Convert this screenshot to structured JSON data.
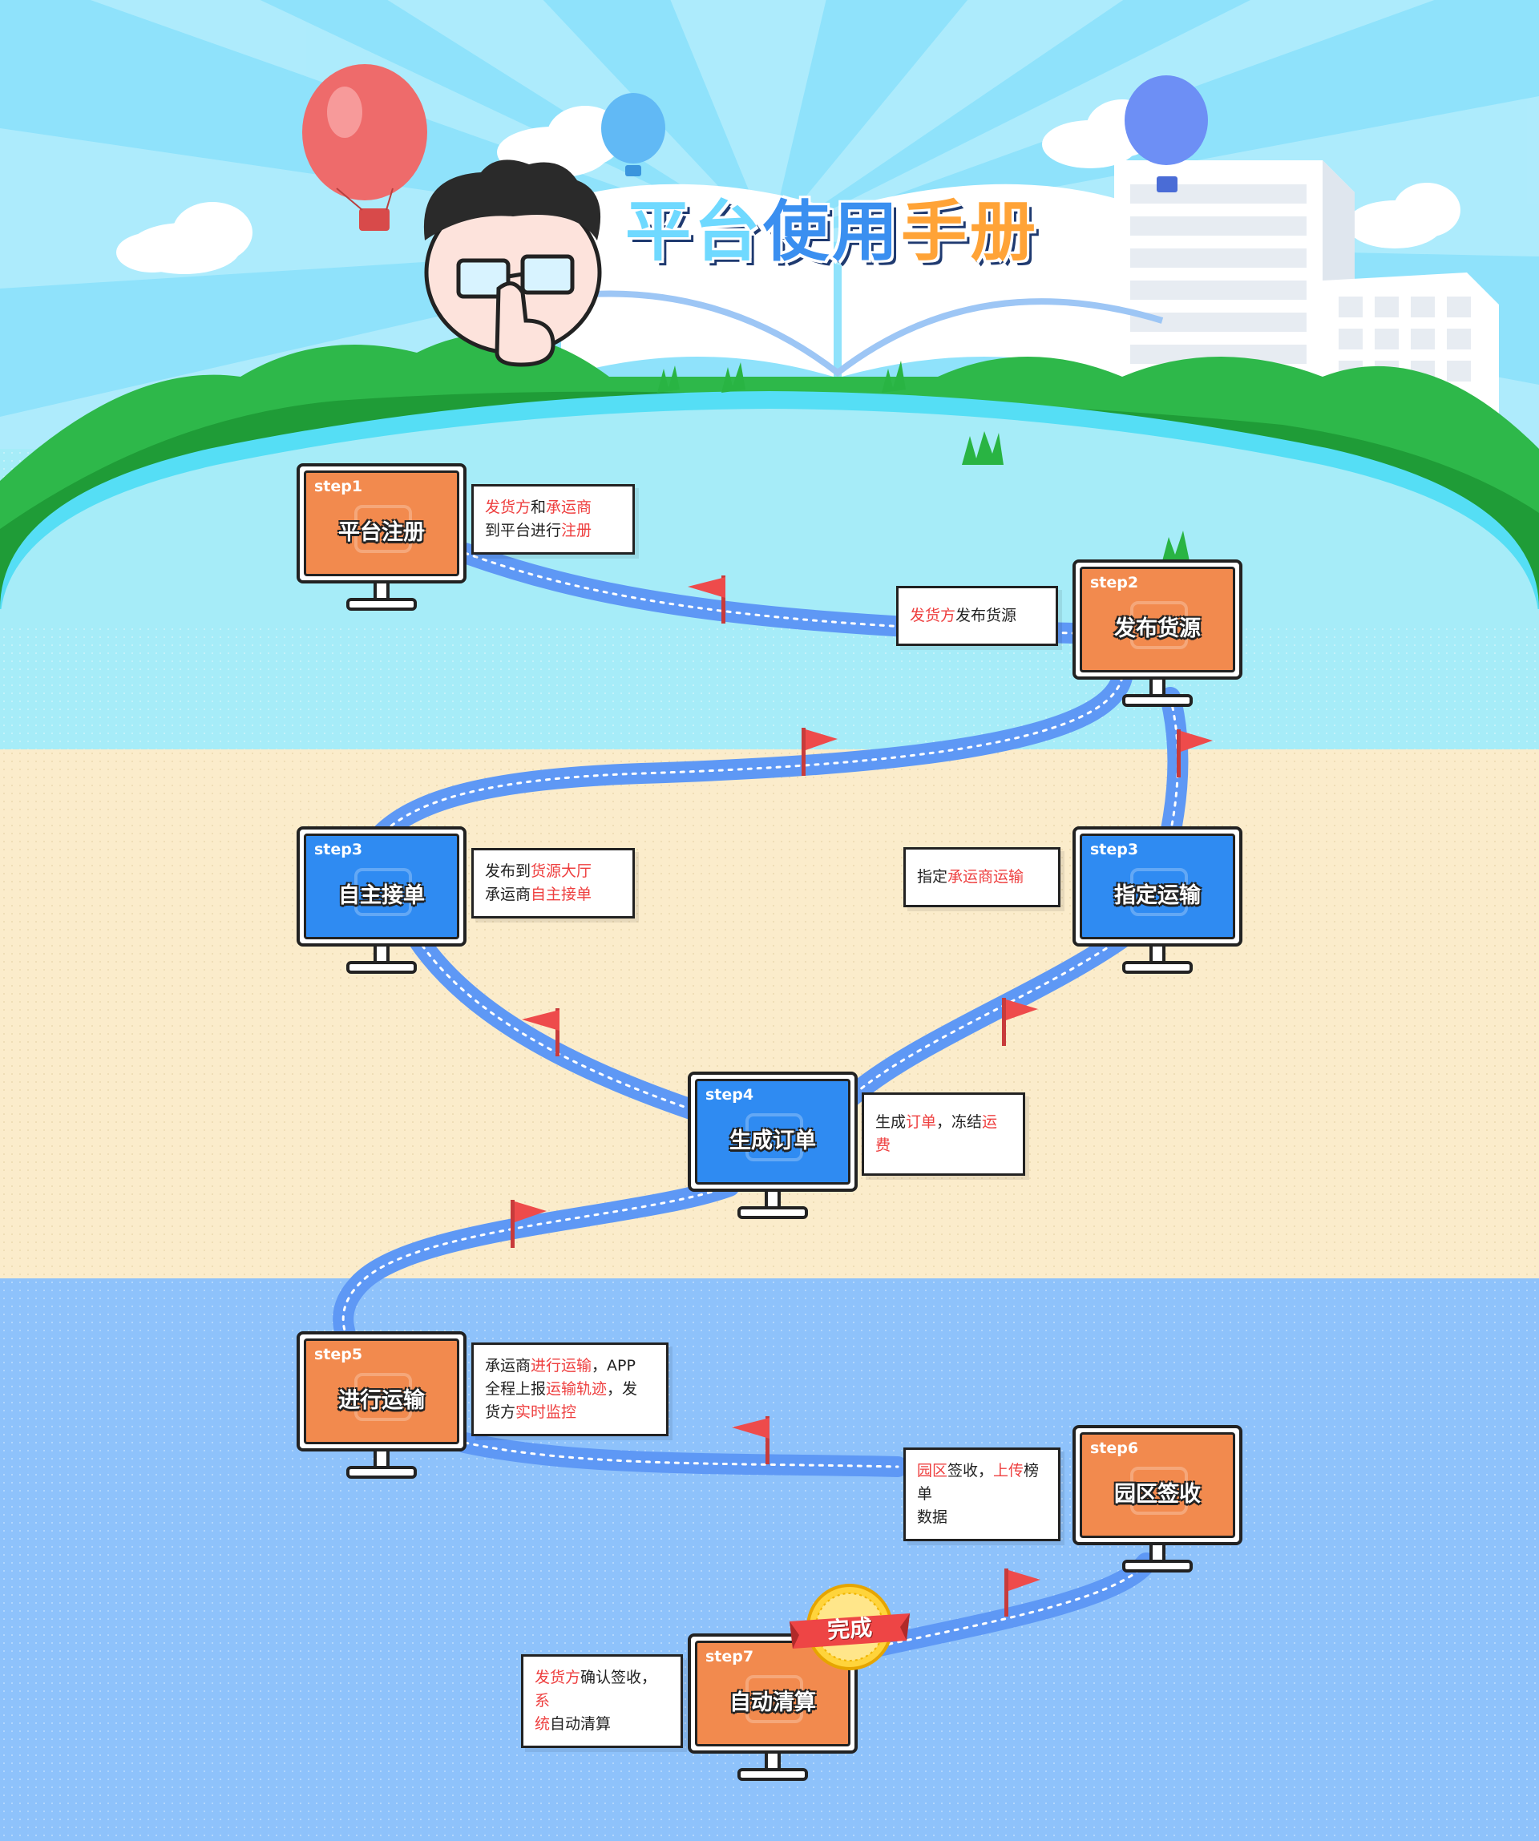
{
  "title": {
    "part1": "平台",
    "part2": "使用",
    "part3": "手册"
  },
  "colors": {
    "orange": "#f28a4e",
    "blue": "#2f8bf2",
    "highlight": "#ee3f3f",
    "path": "#5e98f5"
  },
  "steps": [
    {
      "tag": "step1",
      "title": "平台注册",
      "theme": "orange",
      "icon": "clipboard-icon",
      "bubble_l1": [
        {
          "t": "发货方",
          "h": true
        },
        {
          "t": "和",
          "h": false
        },
        {
          "t": "承运商",
          "h": true
        }
      ],
      "bubble_l2": [
        {
          "t": "到平台进行",
          "h": false
        },
        {
          "t": "注册",
          "h": true
        }
      ]
    },
    {
      "tag": "step2",
      "title": "发布货源",
      "theme": "orange",
      "icon": "document-icon",
      "bubble_l1": [
        {
          "t": "发货方",
          "h": true
        },
        {
          "t": "发布货源",
          "h": false
        }
      ]
    },
    {
      "tag": "step3",
      "title": "自主接单",
      "theme": "blue",
      "icon": "truck-icon",
      "bubble_l1": [
        {
          "t": "发布到",
          "h": false
        },
        {
          "t": "货源大厅",
          "h": true
        }
      ],
      "bubble_l2": [
        {
          "t": "承运商",
          "h": false
        },
        {
          "t": "自主接单",
          "h": true
        }
      ]
    },
    {
      "tag": "step3",
      "title": "指定运输",
      "theme": "blue",
      "icon": "truck-icon",
      "bubble_l1": [
        {
          "t": "指定",
          "h": false
        },
        {
          "t": "承运商运输",
          "h": true
        }
      ]
    },
    {
      "tag": "step4",
      "title": "生成订单",
      "theme": "blue",
      "icon": "order-icon",
      "bubble_l1": [
        {
          "t": "生成",
          "h": false
        },
        {
          "t": "订单",
          "h": true
        },
        {
          "t": "，冻结",
          "h": false
        },
        {
          "t": "运费",
          "h": true
        }
      ]
    },
    {
      "tag": "step5",
      "title": "进行运输",
      "theme": "orange",
      "icon": "truck-icon",
      "bubble_l1": [
        {
          "t": "承运商",
          "h": false
        },
        {
          "t": "进行运输",
          "h": true
        },
        {
          "t": "，APP",
          "h": false
        }
      ],
      "bubble_l2": [
        {
          "t": "全程上报",
          "h": false
        },
        {
          "t": "运输轨迹",
          "h": true
        },
        {
          "t": "，发",
          "h": false
        }
      ],
      "bubble_l3": [
        {
          "t": "货方",
          "h": false
        },
        {
          "t": "实时监控",
          "h": true
        }
      ]
    },
    {
      "tag": "step6",
      "title": "园区签收",
      "theme": "orange",
      "icon": "package-icon",
      "bubble_l1": [
        {
          "t": "园区",
          "h": true
        },
        {
          "t": "签收，",
          "h": false
        },
        {
          "t": "上传",
          "h": true
        },
        {
          "t": "榜单",
          "h": false
        }
      ],
      "bubble_l2": [
        {
          "t": "数据",
          "h": false
        }
      ]
    },
    {
      "tag": "step7",
      "title": "自动清算",
      "theme": "orange",
      "icon": "calculator-icon",
      "bubble_l1": [
        {
          "t": "发货方",
          "h": true
        },
        {
          "t": "确认签收，",
          "h": false
        },
        {
          "t": "系",
          "h": true
        }
      ],
      "bubble_l2": [
        {
          "t": "统",
          "h": true
        },
        {
          "t": "自动清算",
          "h": false
        }
      ]
    }
  ],
  "badge": {
    "label": "完成"
  }
}
